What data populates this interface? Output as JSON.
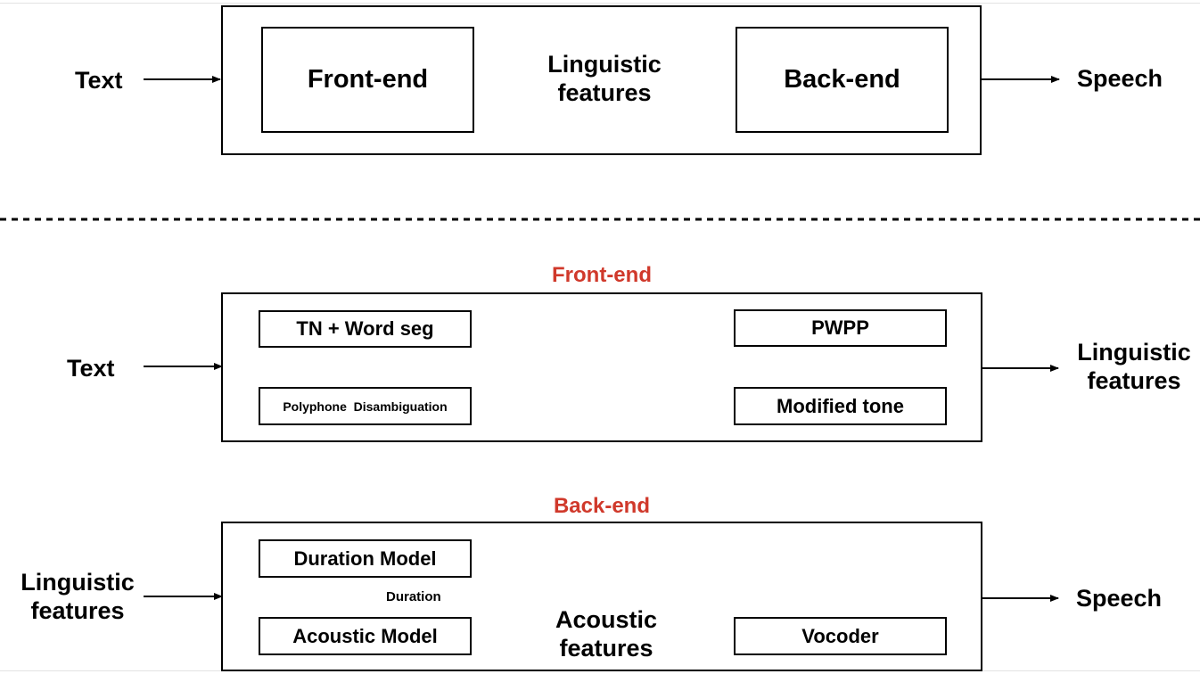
{
  "overview": {
    "input": "Text",
    "frontend": "Front-end",
    "middle_line1": "Linguistic",
    "middle_line2": "features",
    "backend": "Back-end",
    "output": "Speech"
  },
  "frontend_detail": {
    "title": "Front-end",
    "input": "Text",
    "tn_word_seg": "TN + Word seg",
    "pwpp": "PWPP",
    "polyphone": "Polyphone  Disambiguation",
    "modified_tone": "Modified tone",
    "output_line1": "Linguistic",
    "output_line2": "features"
  },
  "backend_detail": {
    "title": "Back-end",
    "input_line1": "Linguistic",
    "input_line2": "features",
    "duration_model": "Duration Model",
    "duration_label": "Duration",
    "acoustic_model": "Acoustic Model",
    "acoustic_line1": "Acoustic",
    "acoustic_line2": "features",
    "vocoder": "Vocoder",
    "output": "Speech"
  },
  "colors": {
    "title_red": "#d0392b",
    "ink": "#000000"
  }
}
